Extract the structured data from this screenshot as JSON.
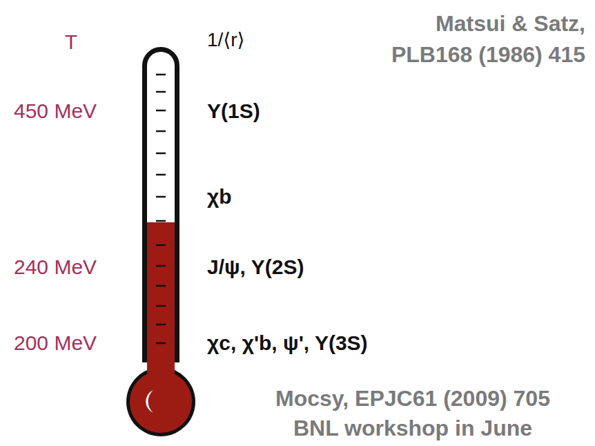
{
  "diagram": {
    "labels": [
      "T",
      "1/⟨r⟩",
      "Matsui & Satz,",
      "PLB168 (1986) 415",
      "450 MeV",
      "Υ(1S)",
      "χb",
      "240 MeV",
      "J/ψ, Υ(2S)",
      "200 MeV",
      "χc, χ'b, ψ', Υ(3S)",
      "Mocsy, EPJC61 (2009) 705",
      "BNL workshop in June"
    ]
  }
}
